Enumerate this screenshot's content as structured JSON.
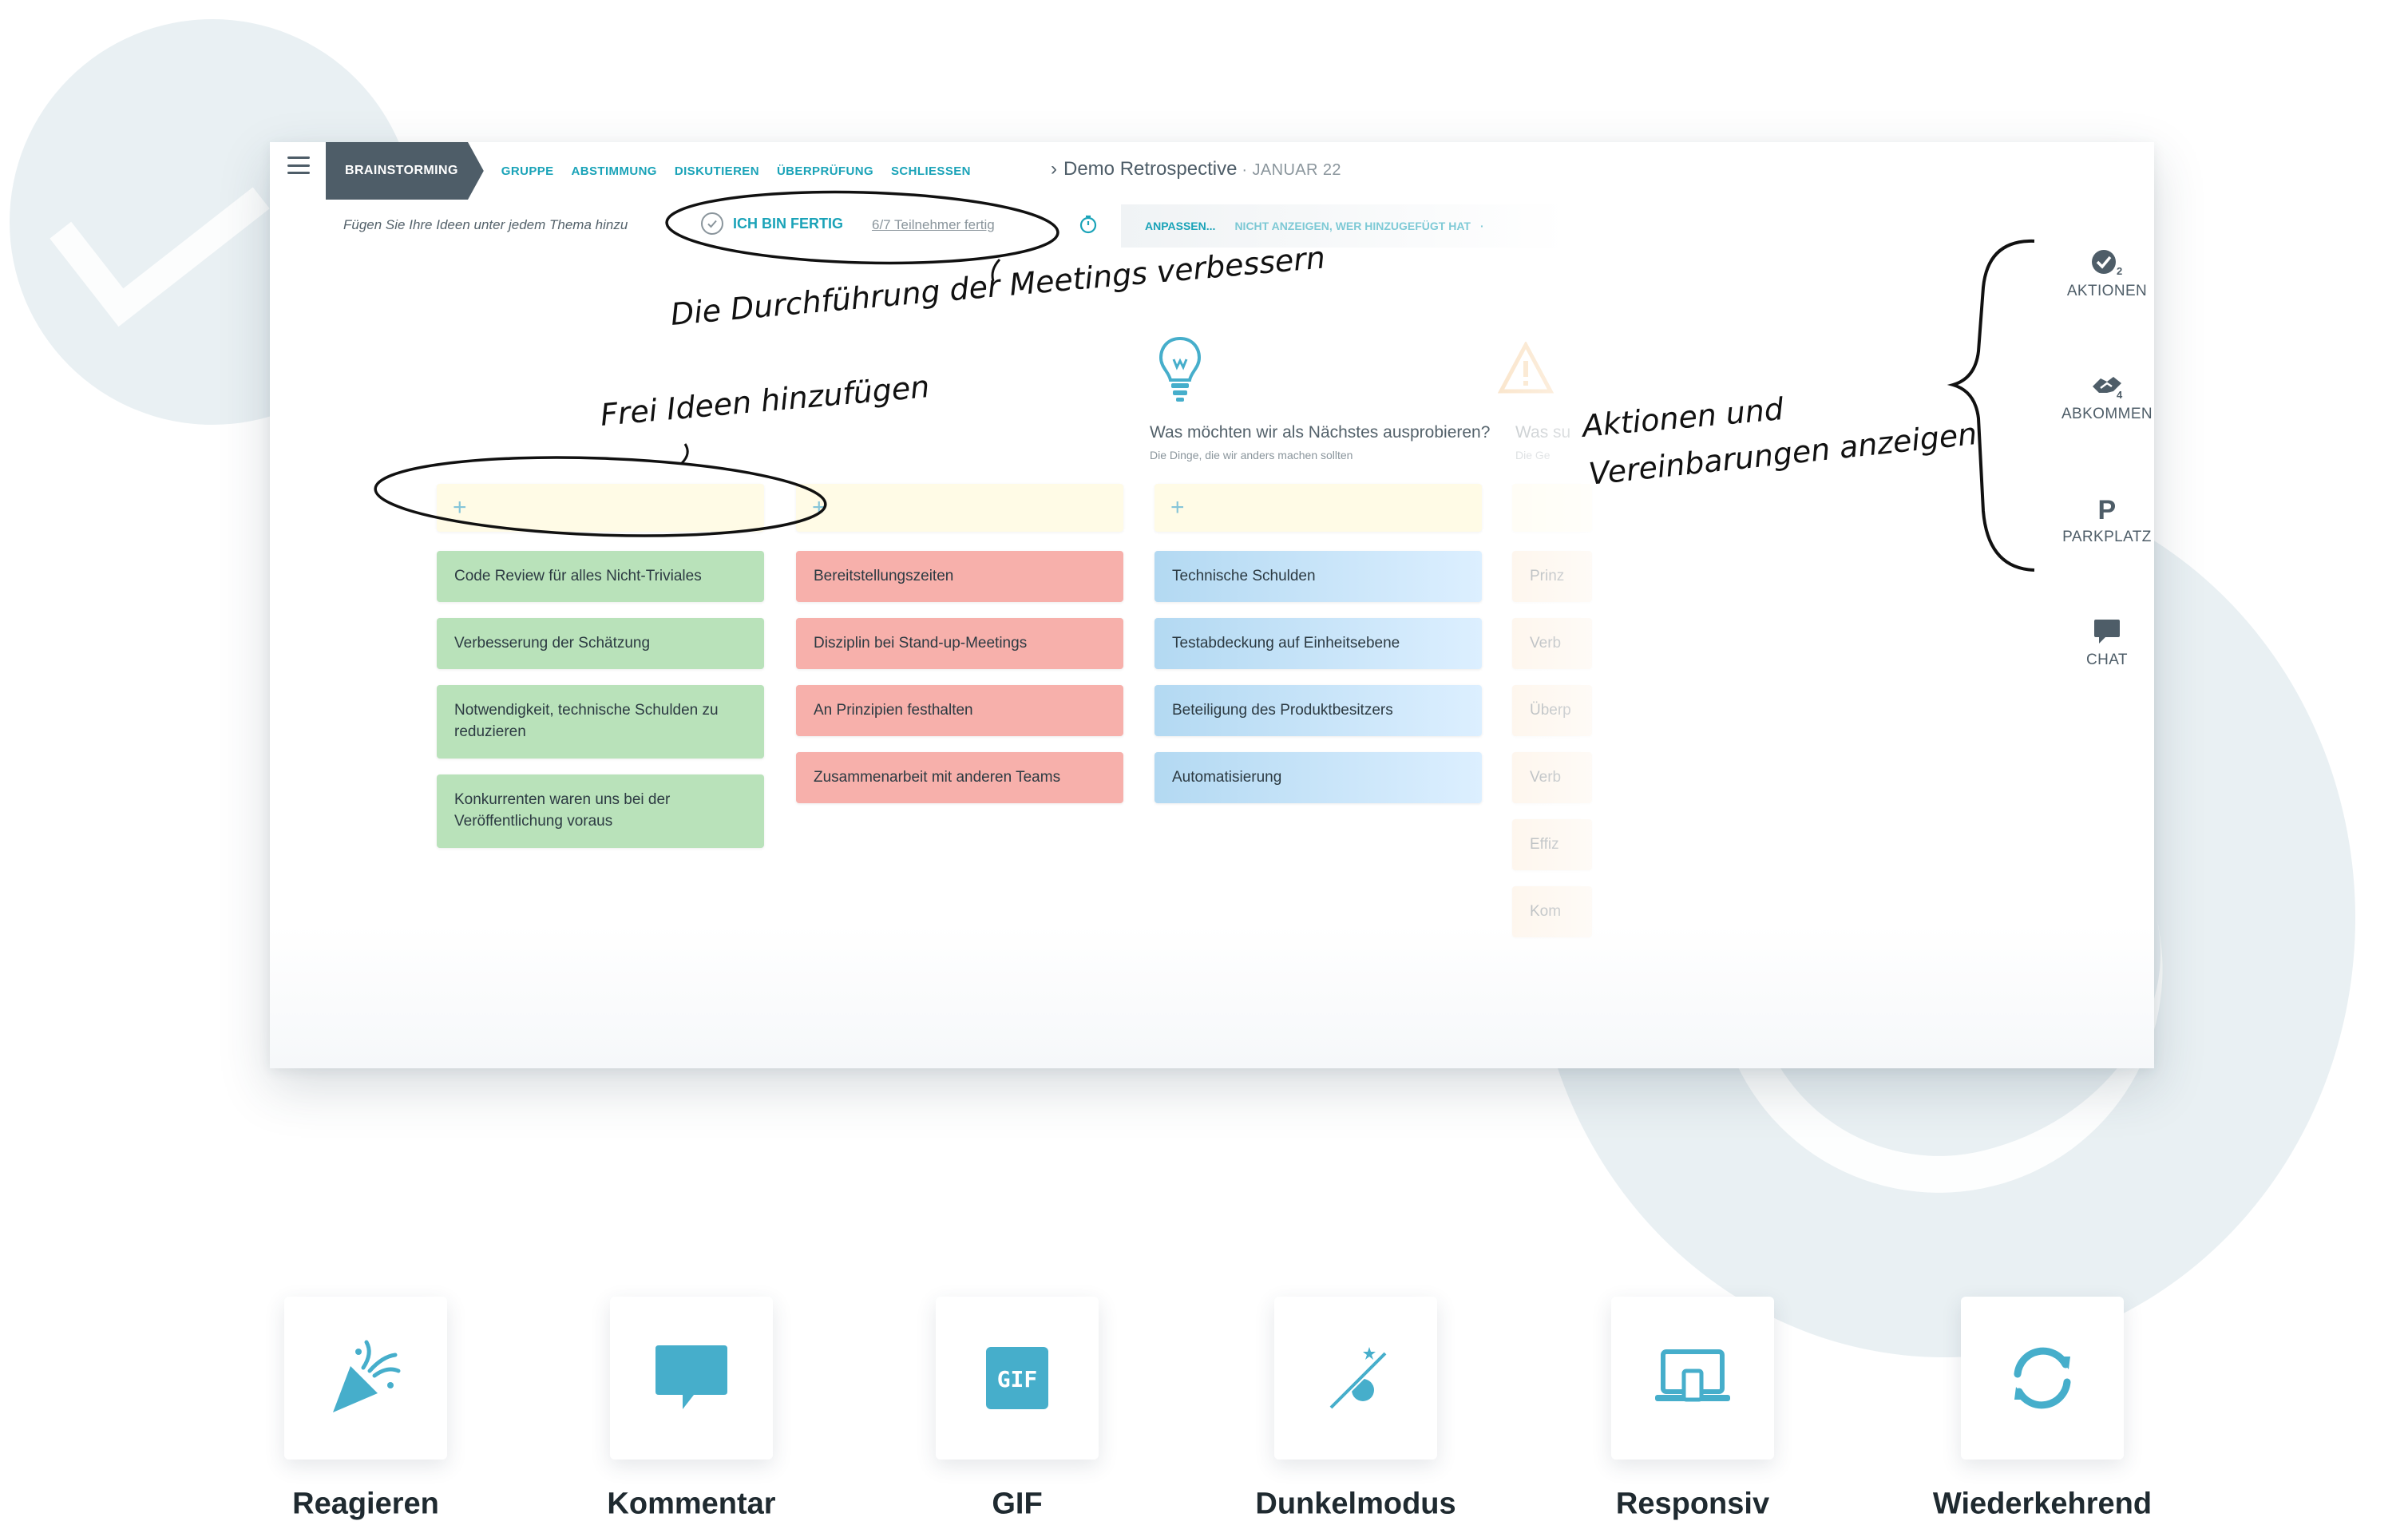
{
  "nav": {
    "phases": [
      "BRAINSTORMING",
      "GRUPPE",
      "ABSTIMMUNG",
      "DISKUTIEREN",
      "ÜBERPRÜFUNG",
      "SCHLIESSEN"
    ],
    "active_phase": "BRAINSTORMING",
    "meeting_title": "Demo Retrospective",
    "meeting_date": "JANUAR 22"
  },
  "subbar": {
    "instruction": "Fügen Sie Ihre Ideen unter jedem Thema hinzu",
    "done_label": "ICH BIN FERTIG",
    "participants_done": "6/7 Teilnehmer fertig",
    "settings": [
      "ANPASSEN...",
      "NICHT ANZEIGEN, WER HINZUGEFÜGT HAT",
      "·"
    ]
  },
  "columns": [
    {
      "title": "",
      "subtitle": "",
      "cards": [
        "Code Review für alles Nicht-Triviales",
        "Verbesserung der Schätzung",
        "Notwendigkeit, technische Schulden zu reduzieren",
        "Konkurrenten waren uns bei der Veröffentlichung voraus"
      ]
    },
    {
      "title": "",
      "subtitle": "",
      "cards": [
        "Bereitstellungszeiten",
        "Disziplin bei Stand-up-Meetings",
        "An Prinzipien festhalten",
        "Zusammenarbeit mit anderen Teams"
      ]
    },
    {
      "title": "Was möchten wir als Nächstes ausprobieren?",
      "subtitle": "Die Dinge, die wir anders machen sollten",
      "cards": [
        "Technische Schulden",
        "Testabdeckung auf Einheitsebene",
        "Beteiligung des Produktbesitzers",
        "Automatisierung"
      ]
    },
    {
      "title": "Was su",
      "subtitle": "Die Ge",
      "cards": [
        "Prinz",
        "Verb",
        "Überp",
        "Verb",
        "Effiz",
        "Kom"
      ]
    }
  ],
  "rail": {
    "items": [
      {
        "label": "AKTIONEN",
        "badge": "2",
        "icon": "check-circle-icon"
      },
      {
        "label": "ABKOMMEN",
        "badge": "4",
        "icon": "handshake-icon"
      },
      {
        "label": "PARKPLATZ",
        "badge": "",
        "icon": "parking-icon"
      },
      {
        "label": "CHAT",
        "badge": "",
        "icon": "chat-icon"
      }
    ]
  },
  "annotations": {
    "meetings": "Die Durchführung der Meetings verbessern",
    "ideas": "Frei Ideen hinzufügen",
    "actions_line1": "Aktionen und",
    "actions_line2": "Vereinbarungen anzeigen"
  },
  "features": [
    {
      "label": "Reagieren",
      "icon": "party-popper-icon"
    },
    {
      "label": "Kommentar",
      "icon": "comment-icon"
    },
    {
      "label": "GIF",
      "icon": "gif-icon"
    },
    {
      "label": "Dunkelmodus",
      "icon": "dark-mode-icon"
    },
    {
      "label": "Responsiv",
      "icon": "responsive-icon"
    },
    {
      "label": "Wiederkehrend",
      "icon": "recurring-icon"
    }
  ],
  "gif_icon_text": "GIF",
  "parking_glyph": "P",
  "colors": {
    "accent": "#1aa3b8",
    "nav_dark": "#4e5d68",
    "icon_blue": "#46aecb",
    "green_card": "#b9e2ba",
    "red_card": "#f7b0ab",
    "blue_card": "#b3d9f2",
    "input_yellow": "#fffbe6"
  }
}
